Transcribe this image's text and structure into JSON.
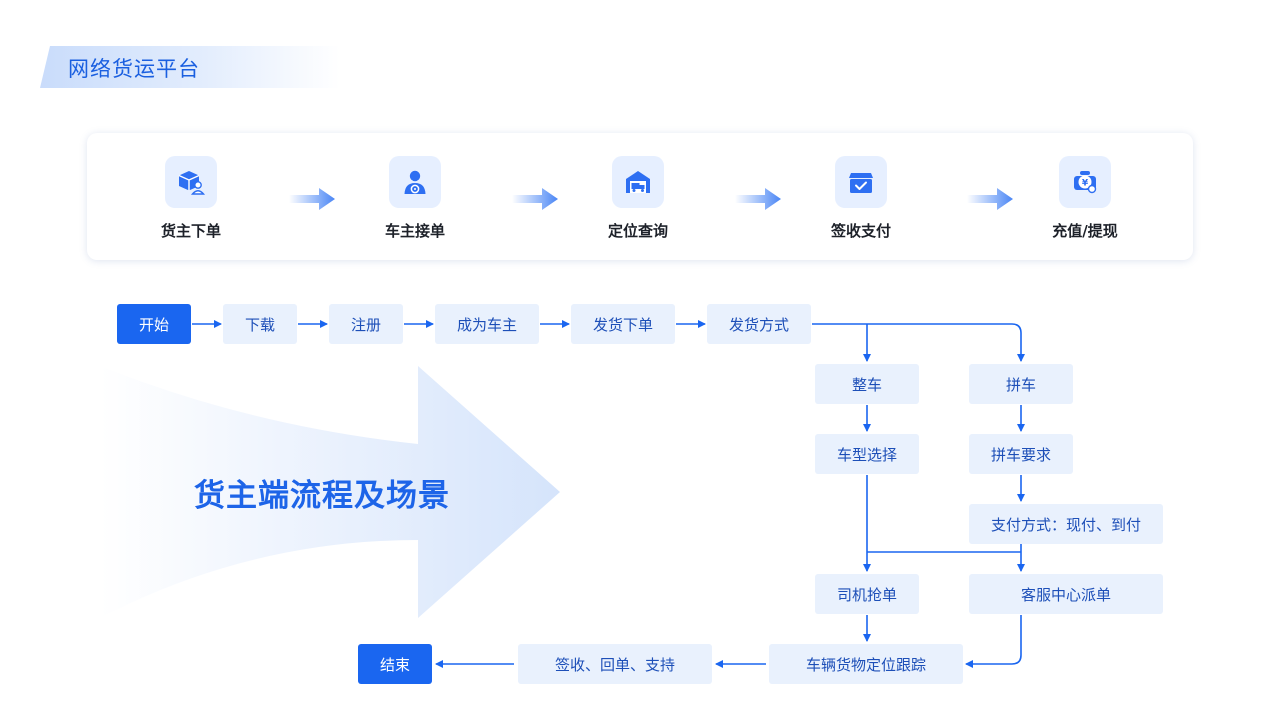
{
  "header": {
    "title": "网络货运平台"
  },
  "process_steps": [
    {
      "label": "货主下单",
      "icon": "package-user-icon"
    },
    {
      "label": "车主接单",
      "icon": "driver-icon"
    },
    {
      "label": "定位查询",
      "icon": "truck-garage-icon"
    },
    {
      "label": "签收支付",
      "icon": "box-check-icon"
    },
    {
      "label": "充值/提现",
      "icon": "wallet-coin-icon"
    }
  ],
  "big_title": "货主端流程及场景",
  "flow": {
    "start": "开始",
    "download": "下载",
    "register": "注册",
    "become_owner": "成为车主",
    "ship_order": "发货下单",
    "ship_method": "发货方式",
    "full_truck": "整车",
    "carpool": "拼车",
    "vehicle_type": "车型选择",
    "carpool_req": "拼车要求",
    "payment": "支付方式：现付、到付",
    "driver_grab": "司机抢单",
    "cs_dispatch": "客服中心派单",
    "tracking": "车辆货物定位跟踪",
    "sign": "签收、回单、支持",
    "end": "结束"
  },
  "colors": {
    "primary": "#1a66f0",
    "node_bg": "#e9f1fd",
    "node_text": "#1d4fb8",
    "title": "#1d64e8"
  }
}
